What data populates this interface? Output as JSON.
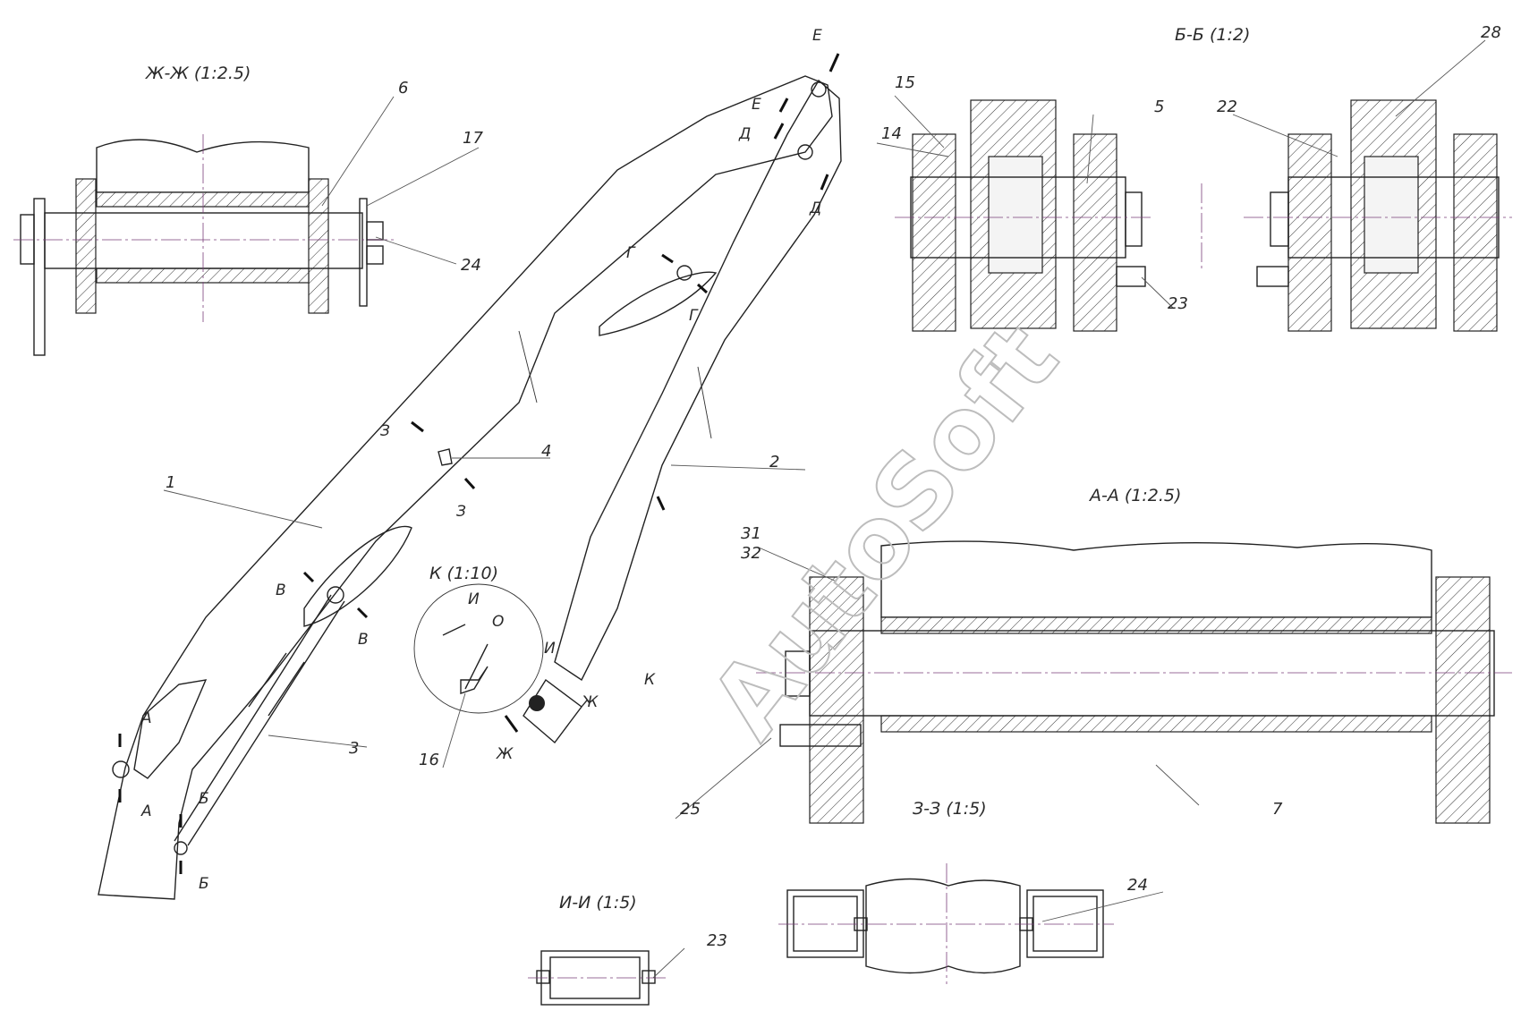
{
  "view_titles": {
    "zh": "Ж-Ж (1:2.5)",
    "bb": "Б-Б (1:2)",
    "aa": "А-А (1:2.5)",
    "k": "К (1:10)",
    "ii": "И-И (1:5)",
    "zz": "З-З (1:5)"
  },
  "callouts": {
    "n1": "1",
    "n2": "2",
    "n3": "3",
    "n4": "4",
    "n5": "5",
    "n6": "6",
    "n7": "7",
    "n14": "14",
    "n15": "15",
    "n16": "16",
    "n17": "17",
    "n22": "22",
    "n23a": "23",
    "n23b": "23",
    "n24a": "24",
    "n24b": "24",
    "n25": "25",
    "n28": "28",
    "n31": "31",
    "n32": "32"
  },
  "section_marks": {
    "E1": "Е",
    "E2": "Е",
    "D1": "Д",
    "D2": "Д",
    "G1": "Г",
    "G2": "Г",
    "Z1": "З",
    "Z2": "З",
    "V1": "В",
    "V2": "В",
    "A1": "А",
    "A2": "А",
    "B1": "Б",
    "B2": "Б",
    "K1": "К",
    "I1": "И",
    "I2": "И",
    "ZH1": "Ж",
    "ZH2": "Ж",
    "O1": "О"
  },
  "watermark": "AutoSoft",
  "colors": {
    "line": "#222222",
    "centerline": "#7a3f7a",
    "watermark": "#bdbdbd"
  }
}
